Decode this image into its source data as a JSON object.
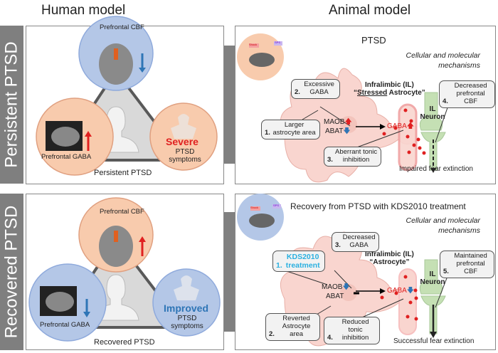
{
  "headers": {
    "human": "Human model",
    "animal": "Animal model"
  },
  "persistent": {
    "side_label": "Persistent PTSD",
    "human": {
      "cbf": "Prefrontal CBF",
      "gaba": "Prefrontal GABA",
      "severity": "Severe",
      "symptoms": "PTSD symptoms",
      "caption": "Persistent PTSD",
      "cbf_arrow": "down",
      "gaba_arrow": "up"
    },
    "animal": {
      "title": "PTSD",
      "mouse_labels": [
        "Shock",
        "SPS"
      ],
      "mechanisms": "Cellular and molecular mechanisms",
      "cell_title": "Infralimbic (IL)",
      "cell_sub_prefix": "“",
      "cell_sub_u": "Stressed",
      "cell_sub_rest": " Astrocyte”",
      "maob": "MAOB",
      "abat": "ABAT",
      "gaba": "GABA",
      "neuron": "IL Neuron",
      "outcome": "Impaired fear extinction",
      "callouts": [
        {
          "num": "1.",
          "text": "Larger astrocyte area"
        },
        {
          "num": "2.",
          "text": "Excessive GABA"
        },
        {
          "num": "3.",
          "text": "Aberrant tonic inhibition"
        },
        {
          "num": "4.",
          "text": "Decreased prefrontal CBF"
        }
      ]
    }
  },
  "recovered": {
    "side_label": "Recovered PTSD",
    "human": {
      "cbf": "Prefrontal CBF",
      "gaba": "Prefrontal GABA",
      "severity": "Improved",
      "symptoms": "PTSD symptoms",
      "caption": "Recovered PTSD",
      "cbf_arrow": "up",
      "gaba_arrow": "down"
    },
    "animal": {
      "title": "Recovery from PTSD with KDS2010 treatment",
      "mouse_labels": [
        "Shock",
        "SPS"
      ],
      "mechanisms": "Cellular and molecular mechanisms",
      "cell_title": "Infralimbic (IL)",
      "cell_sub": "“Astrocyte”",
      "maob": "MAOB",
      "abat": "ABAT",
      "gaba": "GABA",
      "neuron": "IL Neuron",
      "outcome": "Successful fear extinction",
      "callouts": [
        {
          "num": "1.",
          "text": "KDS2010 treatment"
        },
        {
          "num": "2.",
          "text": "Reverted Astrocyte area"
        },
        {
          "num": "3.",
          "text": "Decreased GABA"
        },
        {
          "num": "4.",
          "text": "Reduced tonic inhibition"
        },
        {
          "num": "5.",
          "text": "Maintained prefrontal CBF"
        }
      ]
    }
  },
  "colors": {
    "blue_circle": "#b4c7e7",
    "orange_circle": "#f8cbad",
    "astrocyte": "#f9d5cf",
    "neuron": "#c5e0b4",
    "up": "#e02020",
    "down": "#2e75b6",
    "kds": "#2ab0e0"
  }
}
